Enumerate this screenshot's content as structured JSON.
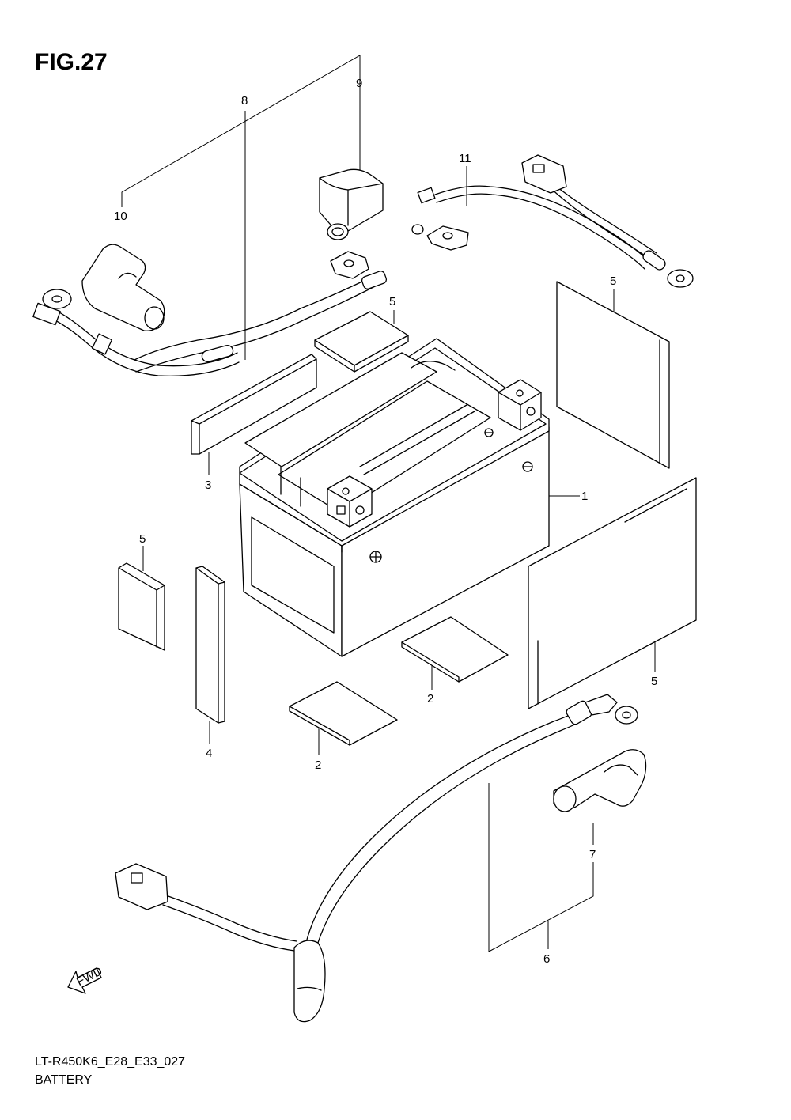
{
  "figure": {
    "title": "FIG.27",
    "model_code": "LT-R450K6_E28_E33_027",
    "section_name": "BATTERY"
  },
  "callouts": {
    "p1": "1",
    "p2a": "2",
    "p2b": "2",
    "p3": "3",
    "p4": "4",
    "p5a": "5",
    "p5b": "5",
    "p5c": "5",
    "p5d": "5",
    "p6": "6",
    "p7": "7",
    "p8": "8",
    "p9": "9",
    "p10": "10",
    "p11": "11"
  },
  "fwd_label": "FWD"
}
